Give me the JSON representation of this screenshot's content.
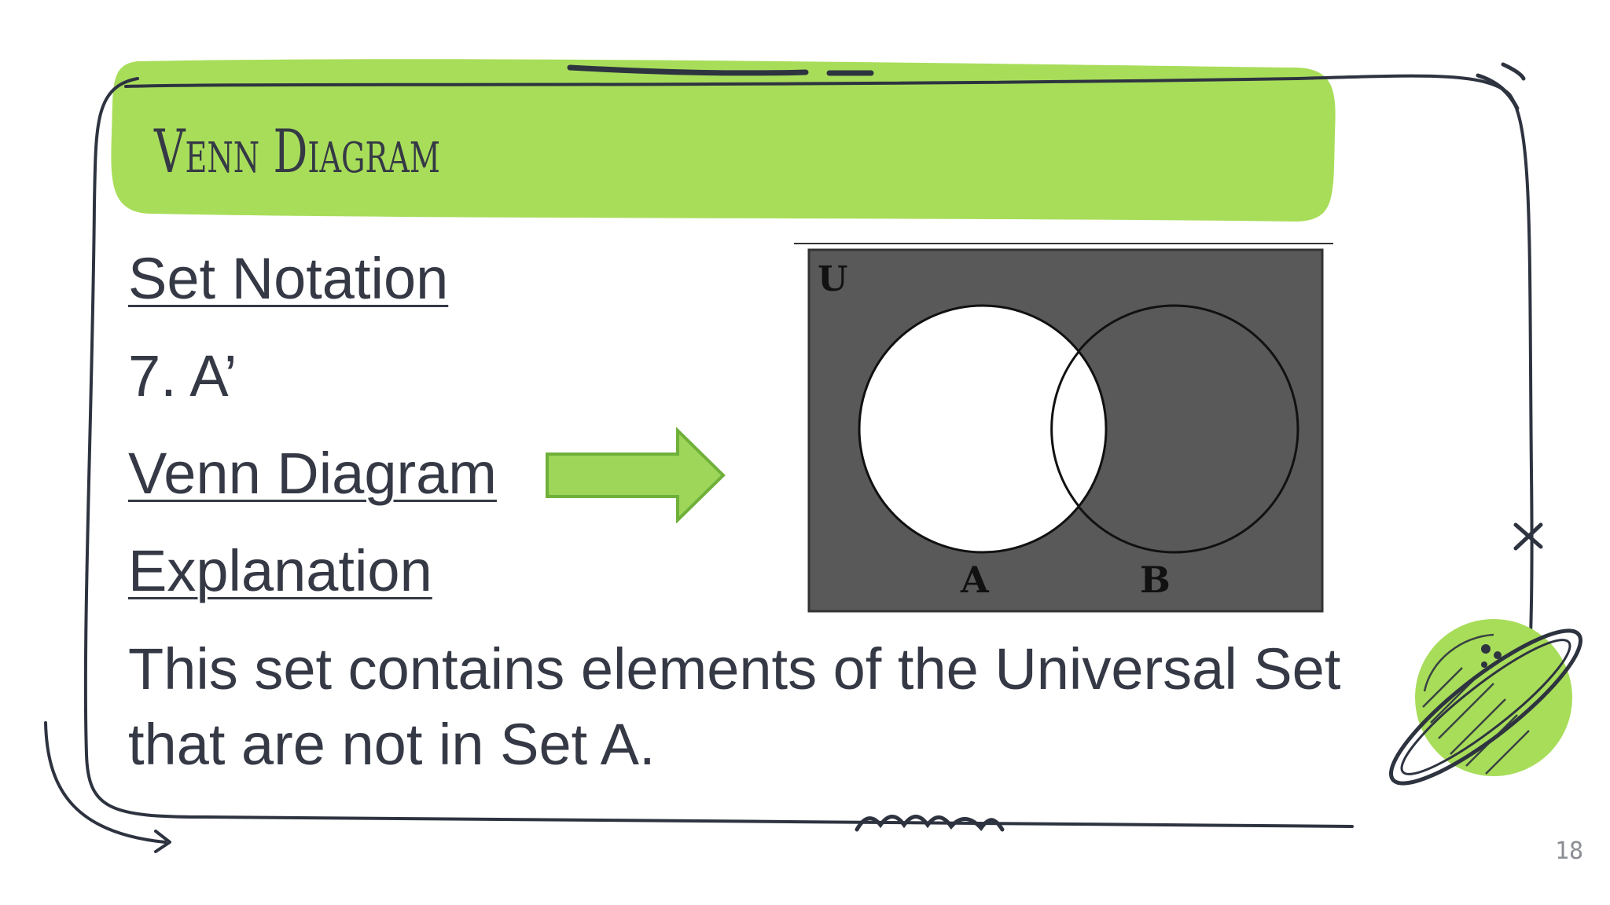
{
  "slide": {
    "title": "Venn Diagram",
    "lines": {
      "notation_label": "Set Notation",
      "item": "7. A’",
      "diagram_label": "Venn Diagram",
      "explanation_label": "Explanation"
    },
    "explanation_text": "This set contains elements of the Universal Set that are not in Set A.",
    "page_number": "18"
  },
  "venn": {
    "universal_label": "U",
    "set_a_label": "A",
    "set_b_label": "B",
    "shaded_region": "complement of A"
  },
  "colors": {
    "accent_green": "#a8dd5a",
    "ink": "#353945",
    "venn_fill": "#595959",
    "arrow_fill": "#9ed65a",
    "arrow_stroke": "#6fb03a"
  }
}
